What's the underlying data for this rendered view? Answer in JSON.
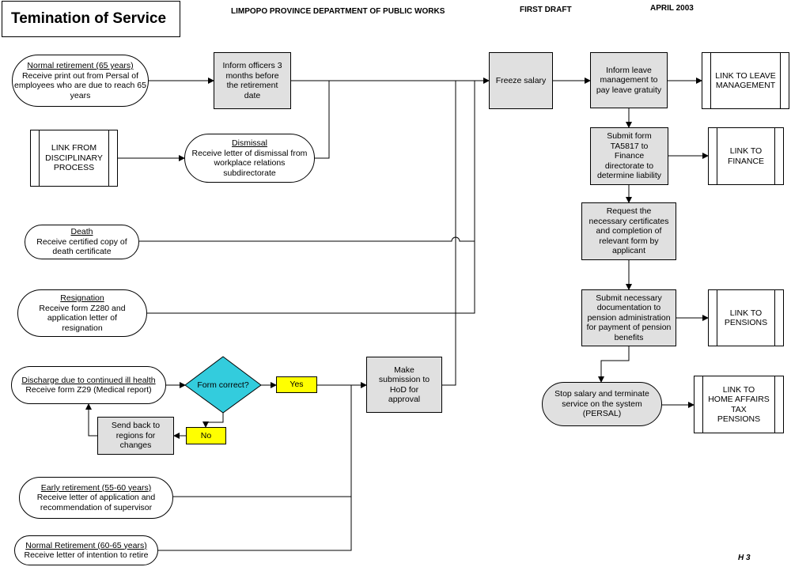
{
  "header": {
    "title": "Temination of Service",
    "department": "LIMPOPO PROVINCE DEPARTMENT OF PUBLIC WORKS",
    "draft": "FIRST DRAFT",
    "date": "APRIL 2003"
  },
  "page_ref": "H 3",
  "nodes": {
    "normal_retirement_65": {
      "heading": "Normal retirement (65 years)",
      "text": "Receive print out from Persal of employees who are due to reach 65 years"
    },
    "inform_officers": {
      "text": "Inform officers 3 months before the retirement date"
    },
    "link_disciplinary": {
      "text": "LINK FROM DISCIPLINARY PROCESS"
    },
    "dismissal": {
      "heading": "Dismissal",
      "text": "Receive letter of dismissal from workplace relations subdirectorate"
    },
    "death": {
      "heading": "Death",
      "text": "Receive certified copy of death certificate"
    },
    "resignation": {
      "heading": "Resignation",
      "text": "Receive form Z280 and application letter of resignation"
    },
    "ill_health": {
      "heading": "Discharge due to continued ill health",
      "text": "Receive form Z29 (Medical report)"
    },
    "form_correct": {
      "text": "Form correct?"
    },
    "yes": {
      "text": "Yes"
    },
    "no": {
      "text": "No"
    },
    "send_back": {
      "text": "Send back to regions for changes"
    },
    "hod_submission": {
      "text": "Make submission to HoD for approval"
    },
    "early_retirement": {
      "heading": "Early retirement (55-60 years)",
      "text": "Receive letter of application and recommendation of supervisor"
    },
    "normal_retirement_60": {
      "heading": "Normal Retirement (60-65 years)",
      "text": "Receive letter of intention to retire"
    },
    "freeze_salary": {
      "text": "Freeze salary"
    },
    "inform_leave": {
      "text": "Inform leave management to pay leave gratuity"
    },
    "link_leave": {
      "text": "LINK TO LEAVE MANAGEMENT"
    },
    "submit_ta5817": {
      "text": "Submit form TA5817 to Finance directorate to determine liability"
    },
    "link_finance": {
      "text": "LINK TO FINANCE"
    },
    "request_certificates": {
      "text": "Request the necessary certificates and completion of relevant form by applicant"
    },
    "submit_documentation": {
      "text": "Submit necessary documentation to pension administration for payment of pension benefits"
    },
    "link_pensions": {
      "text": "LINK TO PENSIONS"
    },
    "stop_salary": {
      "text": "Stop salary and terminate service on the system (PERSAL)"
    },
    "link_home_affairs": {
      "lines": [
        "LINK TO",
        "HOME AFFAIRS",
        "TAX",
        "PENSIONS"
      ]
    }
  }
}
